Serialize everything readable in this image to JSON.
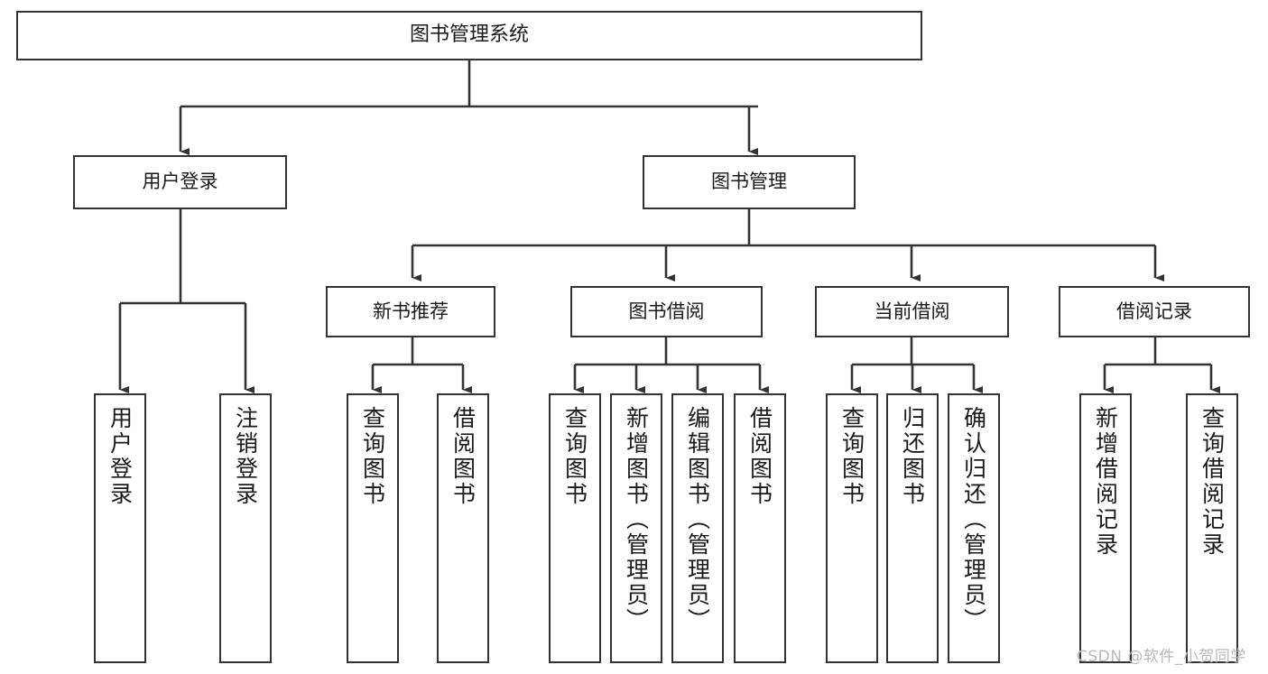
{
  "diagram": {
    "title": "图书管理系统",
    "type": "tree-hierarchy",
    "orientation": "top-down",
    "colors": {
      "border": "#333333",
      "fill": "#ffffff",
      "text": "#1a1a1a",
      "watermark": "#b9b9b9",
      "connector": "#333333"
    }
  },
  "watermark": {
    "text": "CSDN @软件_小贺同学"
  },
  "nodes": {
    "root": {
      "label": "图书管理系统"
    },
    "level1": [
      {
        "id": "user-login",
        "label": "用户登录"
      },
      {
        "id": "book-management",
        "label": "图书管理"
      }
    ],
    "level2": [
      {
        "id": "new-book-recommend",
        "label": "新书推荐"
      },
      {
        "id": "book-borrow",
        "label": "图书借阅"
      },
      {
        "id": "current-borrow",
        "label": "当前借阅"
      },
      {
        "id": "borrow-record",
        "label": "借阅记录"
      }
    ],
    "leaves": {
      "user_login": [
        {
          "id": "leaf-user-login",
          "label": "用户登录"
        },
        {
          "id": "leaf-logout-login",
          "label": "注销登录"
        }
      ],
      "new_book_recommend": [
        {
          "id": "leaf-query-book-1",
          "label": "查询图书"
        },
        {
          "id": "leaf-borrow-book-1",
          "label": "借阅图书"
        }
      ],
      "book_borrow": [
        {
          "id": "leaf-query-book-2",
          "label": "查询图书"
        },
        {
          "id": "leaf-add-book",
          "label": "新增图书（管理员）"
        },
        {
          "id": "leaf-edit-book",
          "label": "编辑图书（管理员）"
        },
        {
          "id": "leaf-borrow-book-2",
          "label": "借阅图书"
        }
      ],
      "current_borrow": [
        {
          "id": "leaf-query-book-3",
          "label": "查询图书"
        },
        {
          "id": "leaf-return-book",
          "label": "归还图书"
        },
        {
          "id": "leaf-confirm-return",
          "label": "确认归还（管理员）"
        }
      ],
      "borrow_record": [
        {
          "id": "leaf-add-borrow-record",
          "label": "新增借阅记录"
        },
        {
          "id": "leaf-query-borrow-record",
          "label": "查询借阅记录"
        }
      ]
    }
  }
}
